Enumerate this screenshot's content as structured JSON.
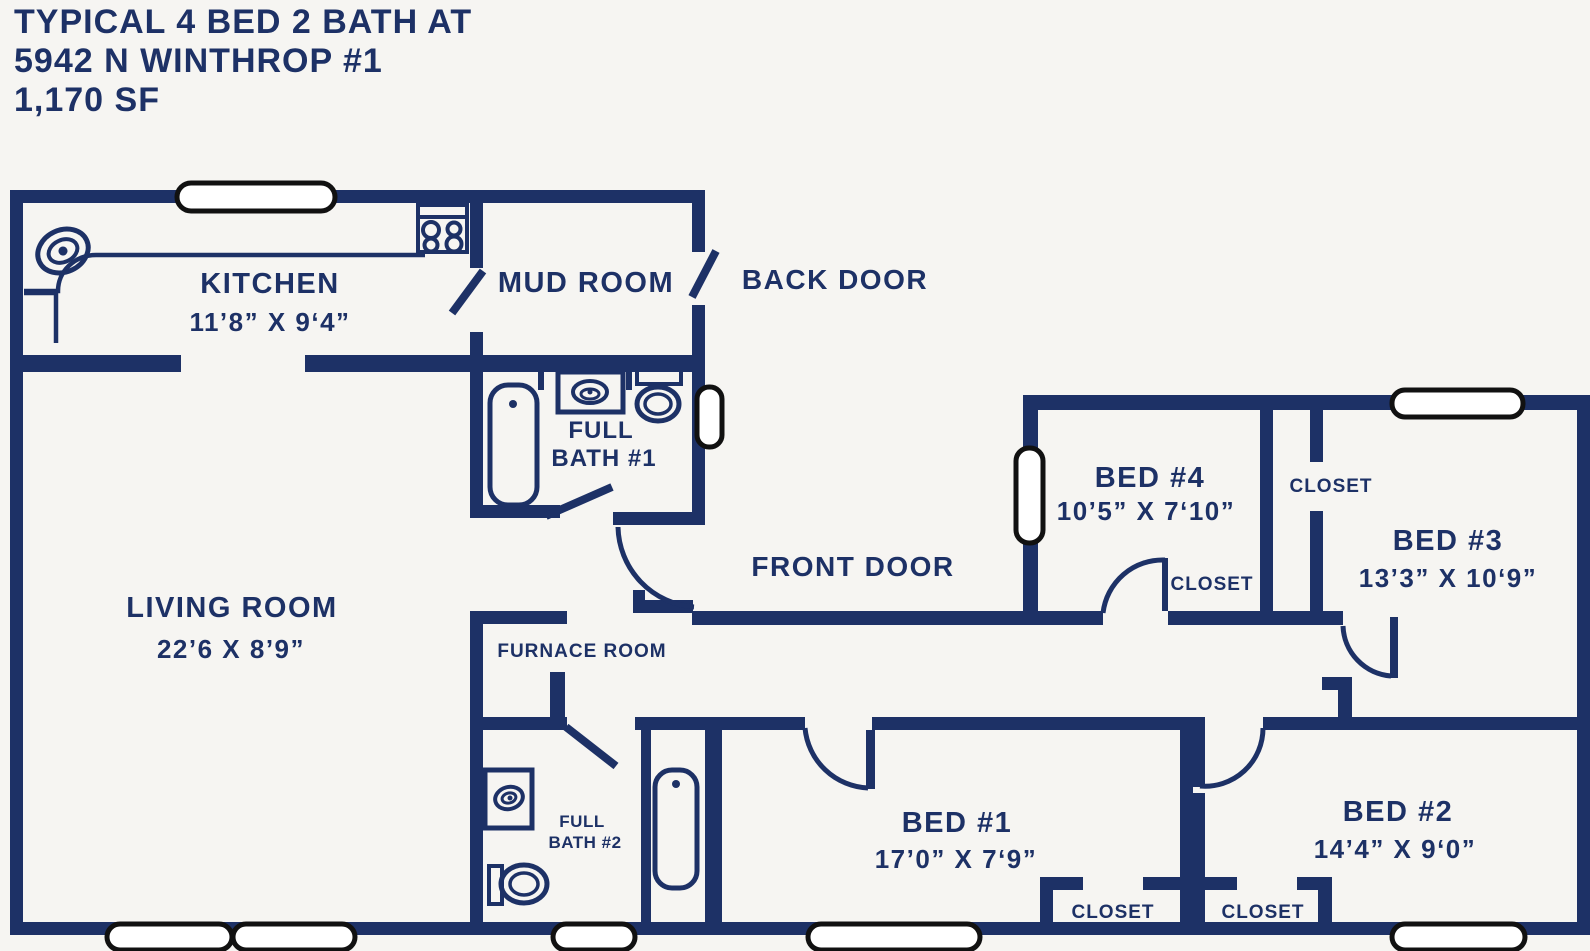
{
  "colors": {
    "wall_navy": "#1d3166",
    "background": "#f6f5f2",
    "window_border": "#111111",
    "window_fill": "#ffffff"
  },
  "title": {
    "line1": "TYPICAL 4 BED 2 BATH AT",
    "line2": "5942 N WINTHROP #1",
    "line3": "1,170 SF"
  },
  "rooms": {
    "kitchen": {
      "name": "KITCHEN",
      "dims": "11’8” X 9‘4”"
    },
    "mud_room": {
      "name": "MUD ROOM"
    },
    "living_room": {
      "name": "LIVING ROOM",
      "dims": "22’6 X 8’9”"
    },
    "furnace_room": {
      "name": "FURNACE ROOM"
    },
    "full_bath_1": {
      "name_line1": "FULL",
      "name_line2": "BATH #1"
    },
    "full_bath_2": {
      "name_line1": "FULL",
      "name_line2": "BATH #2"
    },
    "bed_1": {
      "name": "BED #1",
      "dims": "17’0” X 7‘9”"
    },
    "bed_2": {
      "name": "BED #2",
      "dims": "14’4” X 9‘0”"
    },
    "bed_3": {
      "name": "BED #3",
      "dims": "13’3” X 10‘9”"
    },
    "bed_4": {
      "name": "BED #4",
      "dims": "10’5” X 7‘10”"
    }
  },
  "doors": {
    "back_door": "BACK DOOR",
    "front_door": "FRONT DOOR"
  },
  "closets": {
    "bed_4_closet": "CLOSET",
    "bed_3_closet": "CLOSET",
    "bed_1_closet": "CLOSET",
    "bed_2_closet": "CLOSET"
  }
}
